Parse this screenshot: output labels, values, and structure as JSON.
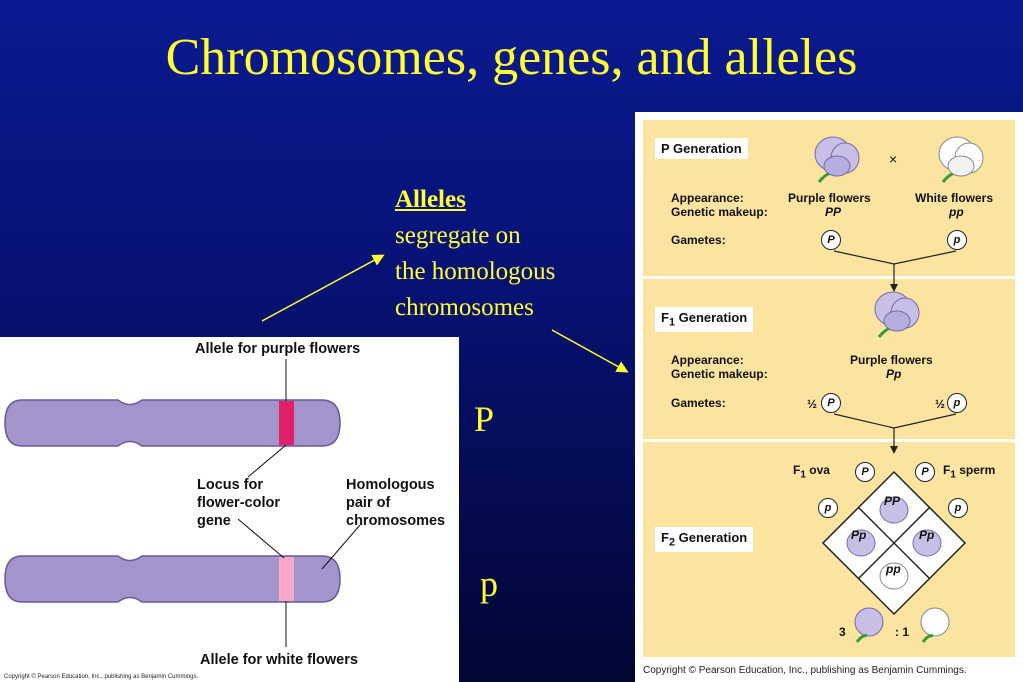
{
  "slide": {
    "title": "Chromosomes, genes, and alleles",
    "note_head": "Alleles",
    "note_lines": [
      "segregate on",
      "the homologous",
      "chromosomes"
    ],
    "letter_P": "P",
    "letter_p": "p"
  },
  "chromosome_figure": {
    "allele_purple": "Allele for purple flowers",
    "locus_lines": [
      "Locus for",
      "flower-color",
      "gene"
    ],
    "homologous_lines": [
      "Homologous",
      "pair of",
      "chromosomes"
    ],
    "allele_white": "Allele for white flowers",
    "copyright": "Copyright © Pearson Education, Inc., publishing as Benjamin Cummings.",
    "colors": {
      "chromosome": "#a394cc",
      "purple_allele": "#e0206a",
      "white_allele": "#f7a8c8"
    }
  },
  "genetics_figure": {
    "p_gen": {
      "title": "P Generation",
      "cross": "×",
      "appearance_label": "Appearance:",
      "genetic_label": "Genetic makeup:",
      "gametes_label": "Gametes:",
      "left_appearance": "Purple flowers",
      "left_genotype": "PP",
      "right_appearance": "White flowers",
      "right_genotype": "pp",
      "left_gamete": "P",
      "right_gamete": "p"
    },
    "f1_gen": {
      "title_main": "F",
      "title_sub": "1",
      "title_rest": " Generation",
      "appearance_label": "Appearance:",
      "genetic_label": "Genetic makeup:",
      "gametes_label": "Gametes:",
      "appearance": "Purple flowers",
      "genotype": "Pp",
      "half_left": "½",
      "half_right": "½",
      "gamete_left": "P",
      "gamete_right": "p"
    },
    "f2_gen": {
      "title_main": "F",
      "title_sub": "2",
      "title_rest": " Generation",
      "ova_main": "F",
      "ova_sub": "1",
      "ova_rest": " ova",
      "sperm_main": "F",
      "sperm_sub": "1",
      "sperm_rest": " sperm",
      "ova_top": "P",
      "sperm_top": "P",
      "ova_bottom": "p",
      "sperm_bottom": "p",
      "cell_top": "PP",
      "cell_left": "Pp",
      "cell_right": "Pp",
      "cell_bottom": "pp",
      "ratio_left": "3",
      "ratio_right": ": 1"
    },
    "copyright": "Copyright © Pearson Education, Inc., publishing as Benjamin Cummings.",
    "colors": {
      "panel": "#fbe3a0",
      "purple_flower": "#c8bfe6",
      "white_flower": "#ffffff"
    }
  }
}
